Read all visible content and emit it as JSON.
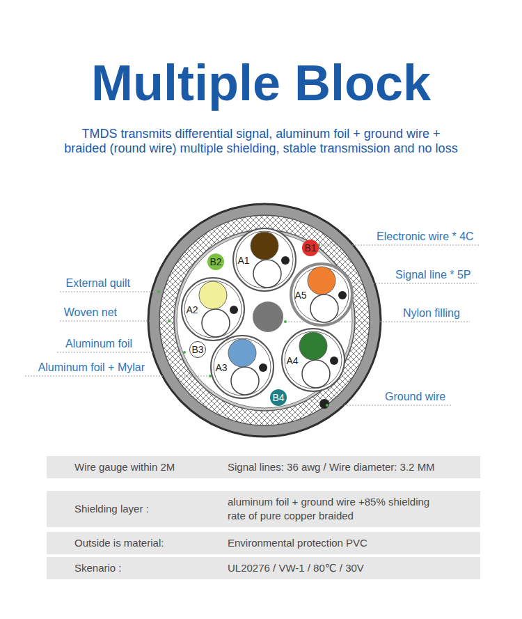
{
  "diagram": {
    "title": "Multiple Block",
    "caption": "TMDS transmits differential signal, aluminum foil + ground wire + braided (round wire) multiple shielding, stable transmission and no loss",
    "nodes": [
      {
        "text": [
          "A1"
        ]
      },
      {
        "text": [
          "B1"
        ]
      },
      {
        "text": [
          "B2"
        ]
      },
      {
        "text": [
          "A5"
        ]
      },
      {
        "text": [
          "A2"
        ]
      },
      {
        "text": [
          "B3"
        ]
      },
      {
        "text": [
          "A4"
        ]
      },
      {
        "text": [
          "A3"
        ]
      },
      {
        "text": [
          "B4"
        ]
      }
    ],
    "labels": [
      "Electronic wire * 4C",
      "Signal line * 5P",
      "Nylon filling",
      "Ground wire",
      "External quilt",
      "Woven net",
      "Aluminum foil",
      "Aluminum foil + Mylar",
      "Wire gauge within 2M",
      "Signal lines: 36 awg / Wire diameter: 3.2 MM",
      "Shielding layer :",
      "aluminum foil + ground wire +85% shielding rate of pure copper braided",
      "Outside is material:",
      "Environmental protection PVC",
      "Skenario :",
      "UL20276 / VW-1 / 80℃ / 30V"
    ]
  }
}
